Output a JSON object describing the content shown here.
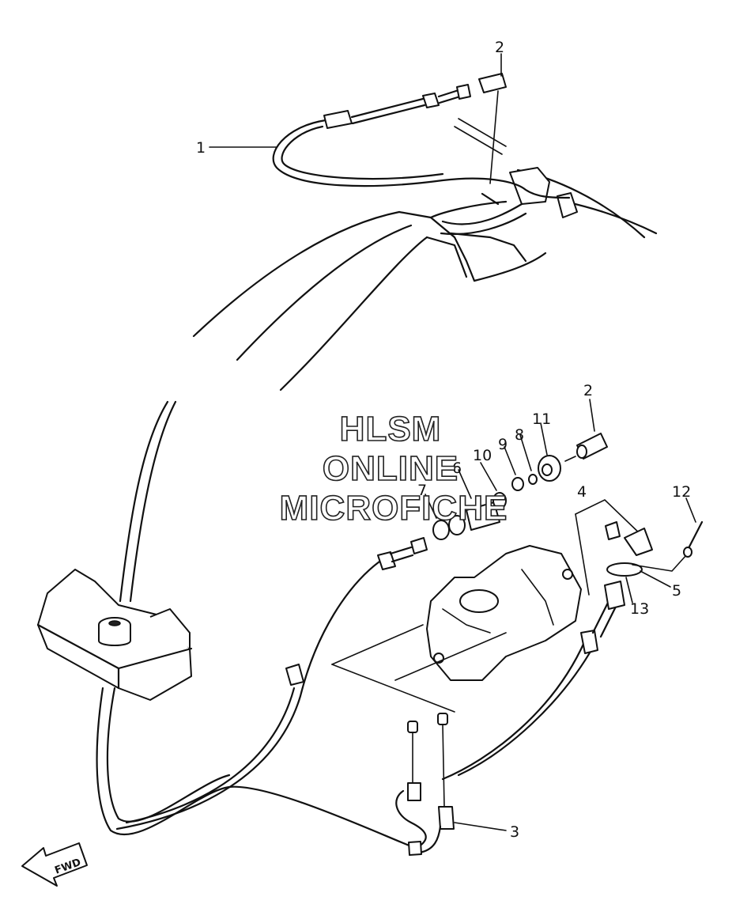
{
  "callouts": {
    "c1": "1",
    "c2_top": "2",
    "c2_mid": "2",
    "c3": "3",
    "c4": "4",
    "c5": "5",
    "c6": "6",
    "c7": "7",
    "c8": "8",
    "c9": "9",
    "c10": "10",
    "c11": "11",
    "c12": "12",
    "c13": "13"
  },
  "watermark": {
    "line1": "HLSM",
    "line2": "ONLINE",
    "line3": "MICROFICHE"
  },
  "direction_arrow": {
    "label": "FWD",
    "icon": "fwd-arrow-icon"
  }
}
